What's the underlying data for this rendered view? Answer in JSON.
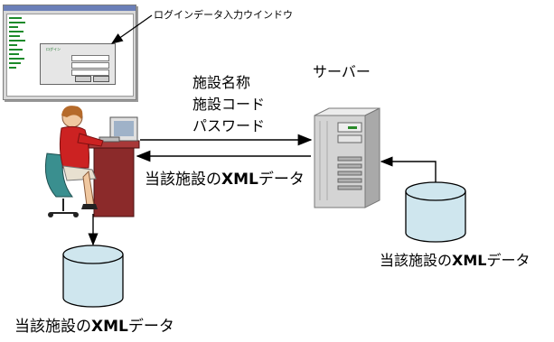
{
  "labels": {
    "login_window": "ログインデータ入力ウインドウ",
    "credential_1": "施設名称",
    "credential_2": "施設コード",
    "credential_3": "パスワード",
    "server": "サーバー",
    "xml_return_prefix": "当該施設の",
    "xml_return_bold": "XML",
    "xml_return_suffix": "データ",
    "server_db_prefix": "当該施設の",
    "server_db_bold": "XML",
    "server_db_suffix": "データ",
    "client_db_prefix": "当該施設の",
    "client_db_bold": "XML",
    "client_db_suffix": "データ"
  },
  "colors": {
    "cylinder_fill": "#cfe6ee",
    "server_body": "#d4d4d4",
    "desk": "#8b2a2a",
    "shirt": "#cc2222",
    "chair": "#3a8f8f"
  },
  "icons": [
    "login-window-screenshot-icon",
    "user-at-computer-icon",
    "server-tower-icon",
    "database-cylinder-icon"
  ]
}
